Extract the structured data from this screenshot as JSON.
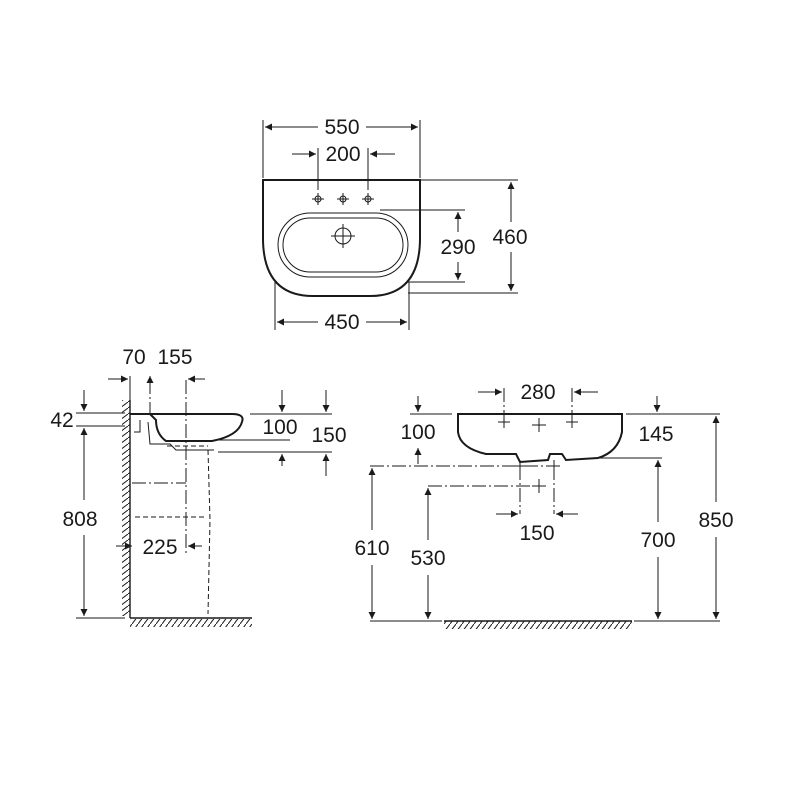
{
  "top_view": {
    "overall_width": "550",
    "tap_hole_spacing": "200",
    "bowl_depth": "290",
    "overall_depth": "460",
    "pedestal_width": "450"
  },
  "side_view": {
    "bracket_offset": "70",
    "waste_offset": "155",
    "rim_drop": "42",
    "basin_height": "100",
    "overall_height": "150",
    "rim_height_floor": "808",
    "pedestal_projection": "225"
  },
  "front_view": {
    "tap_spacing": "280",
    "rim_thickness": "100",
    "side_height": "145",
    "fixing_spacing": "150",
    "supply_height_1": "610",
    "supply_height_2": "530",
    "underside_height": "700",
    "rim_top_height": "850"
  }
}
